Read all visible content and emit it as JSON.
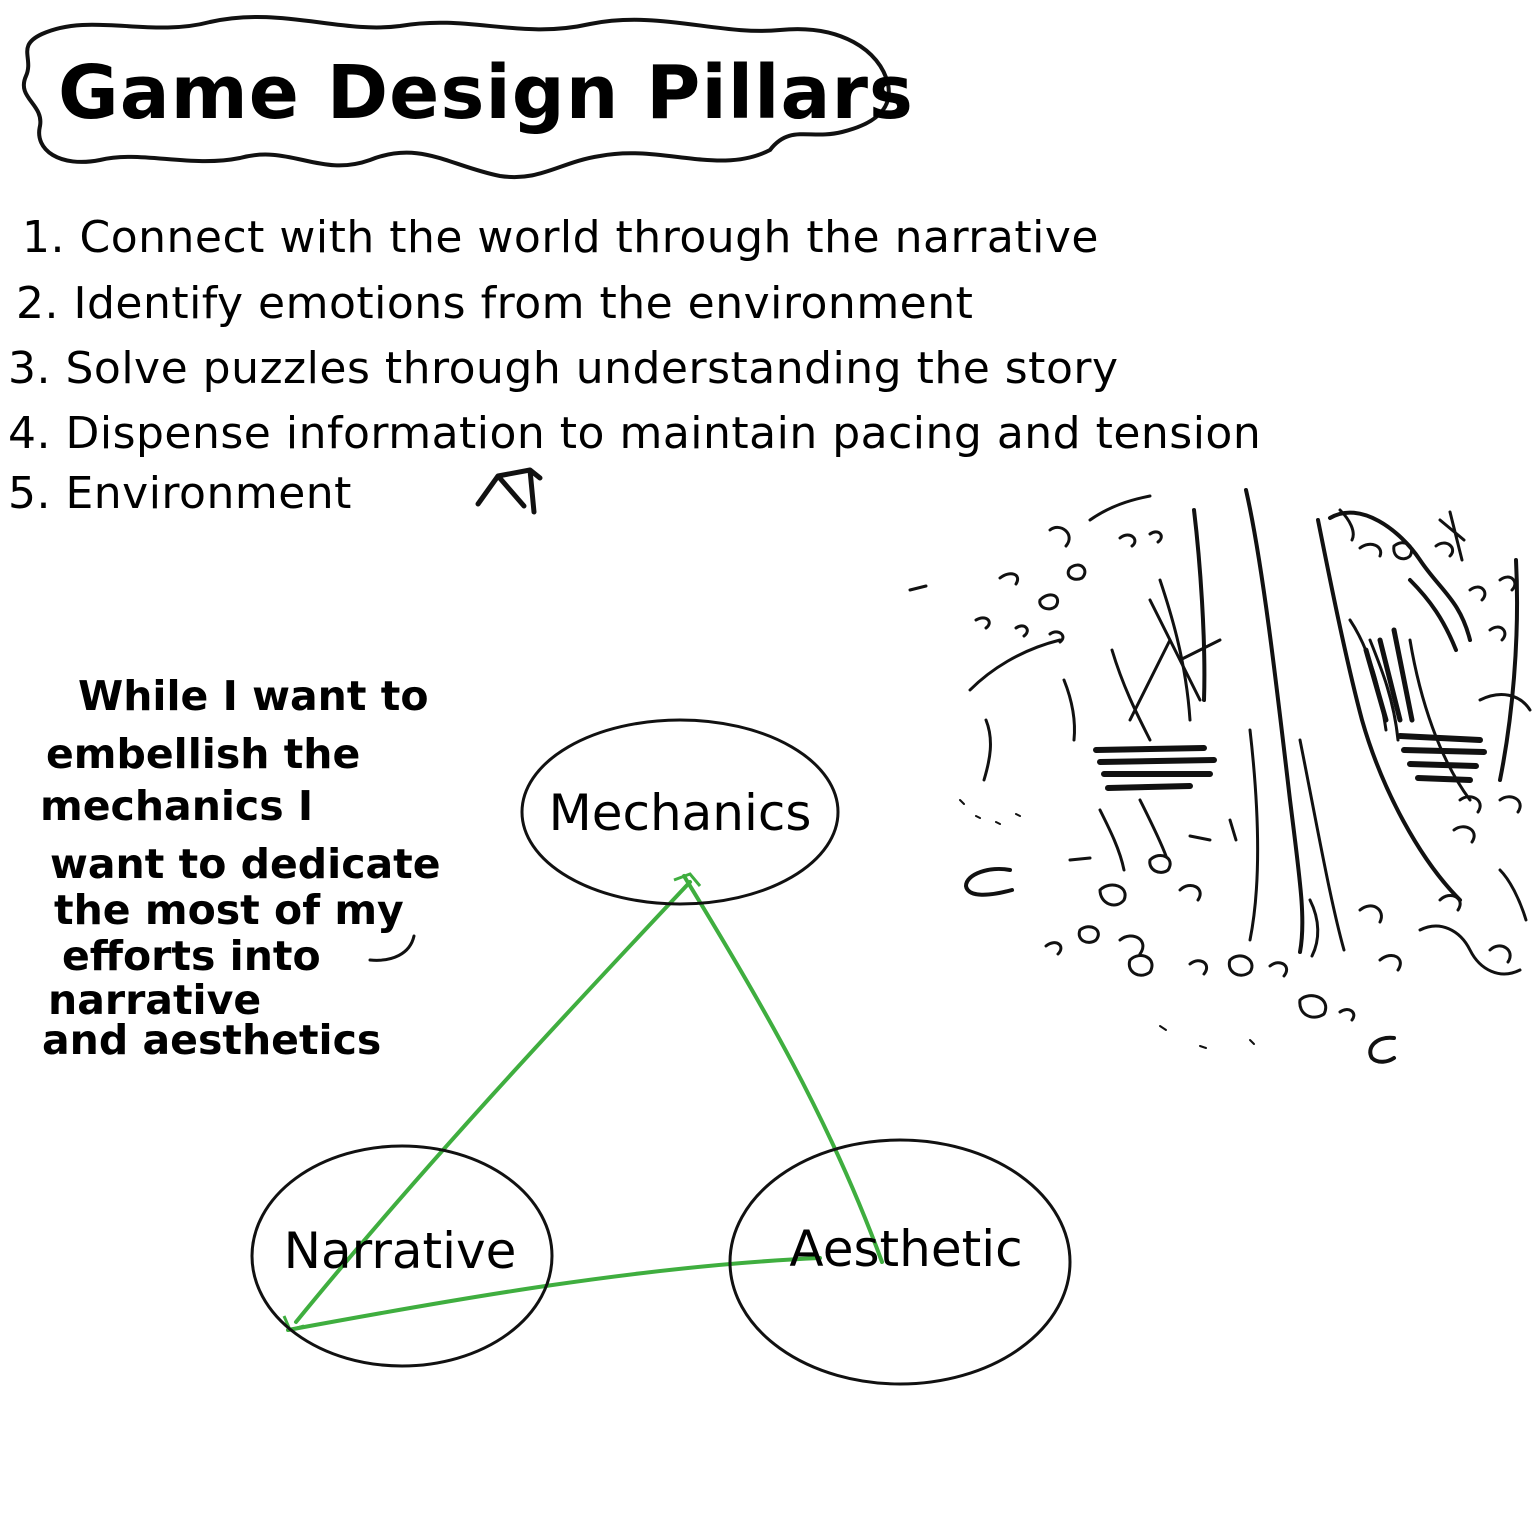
{
  "title": "Game Design Pillars",
  "pillars": [
    "1. Connect with the world through the narrative",
    "2. Identify emotions from the environment",
    "3. Solve puzzles through understanding the story",
    "4. Dispense information to maintain pacing and tension",
    "5. Environment"
  ],
  "note": {
    "lines": [
      "While I want to",
      "embellish the",
      "mechanics I",
      "want to dedicate",
      "the most of my",
      "efforts into",
      "narrative",
      "and aesthetics"
    ]
  },
  "diagram": {
    "nodes": {
      "mechanics": "Mechanics",
      "narrative": "Narrative",
      "aesthetic": "Aesthetic"
    }
  },
  "colors": {
    "ink": "#111111",
    "edge": "#3fae3f",
    "background": "#ffffff"
  },
  "icons": {
    "environment_marker": "up-arrow-icon",
    "sketch": "tree-trunk-sketch"
  }
}
